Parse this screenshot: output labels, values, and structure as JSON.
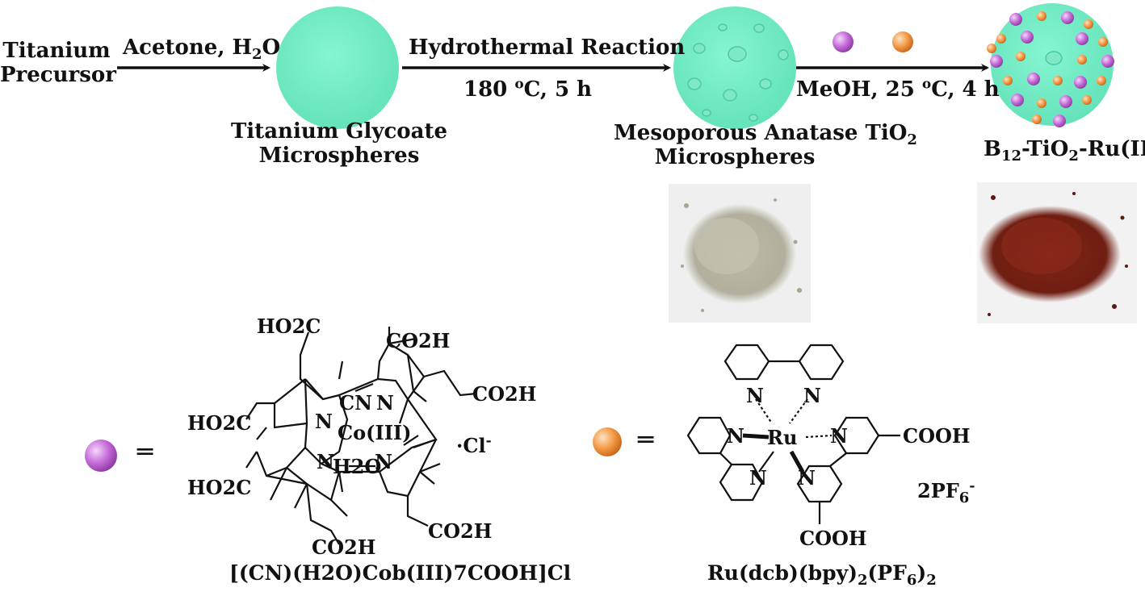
{
  "colors": {
    "sphere": "#73f0c6",
    "sphere_dark": "#5ad8ae",
    "purple": "#c66bd9",
    "orange": "#f39a45",
    "powder_gray": "#c9c7b5",
    "powder_red": "#8d2b1a"
  },
  "scheme": {
    "precursor_line1": "Titanium",
    "precursor_line2": "Precursor",
    "step1_text": "Acetone, H",
    "step1_sub": "2",
    "step1_tail": "O",
    "glycoate_line1": "Titanium Glycoate",
    "glycoate_line2": "Microspheres",
    "step2_top": "Hydrothermal Reaction",
    "step2_bottom_a": "180 ",
    "step2_bottom_sup": "o",
    "step2_bottom_b": "C, 5 h",
    "anatase_line1": "Mesoporous Anatase TiO",
    "anatase_sub": "2",
    "anatase_line2": "Microspheres",
    "step3_a": "MeOH, 25 ",
    "step3_sup": "o",
    "step3_b": "C, 4 h",
    "product_a": "B",
    "product_sub1": "12",
    "product_b": "-TiO",
    "product_sub2": "2",
    "product_c": "-Ru(II)"
  },
  "legend": {
    "equals": "═",
    "cobalamin_label": "[(CN)(H2O)Cob(III)7COOH]Cl",
    "ruthenium_label_a": "Ru(dcb)(bpy)",
    "ruthenium_sub1": "2",
    "ruthenium_label_b": "(PF",
    "ruthenium_sub2": "6",
    "ruthenium_label_c": ")",
    "ruthenium_sub3": "2"
  },
  "cobalamin": {
    "ho2c_top": "HO2C",
    "co2h_top": "CO2H",
    "co2h_right": "CO2H",
    "ho2c_left": "HO2C",
    "ho2c_lower": "HO2C",
    "co2h_bottom_left": "CO2H",
    "co2h_bottom_right": "CO2H",
    "cn": "CN",
    "n_upper_left": "N",
    "n_upper_right": "N",
    "n_lower_left": "N",
    "n_lower_right": "N",
    "metal": "Co(III)",
    "h2o": "H2O",
    "counterion": "·Cl",
    "counterion_sup": "-"
  },
  "ruthenium": {
    "metal": "Ru",
    "n": "N",
    "cooh_right": "COOH",
    "cooh_bottom": "COOH",
    "counterion": "2PF",
    "counterion_sub": "6",
    "counterion_sup": "-"
  }
}
